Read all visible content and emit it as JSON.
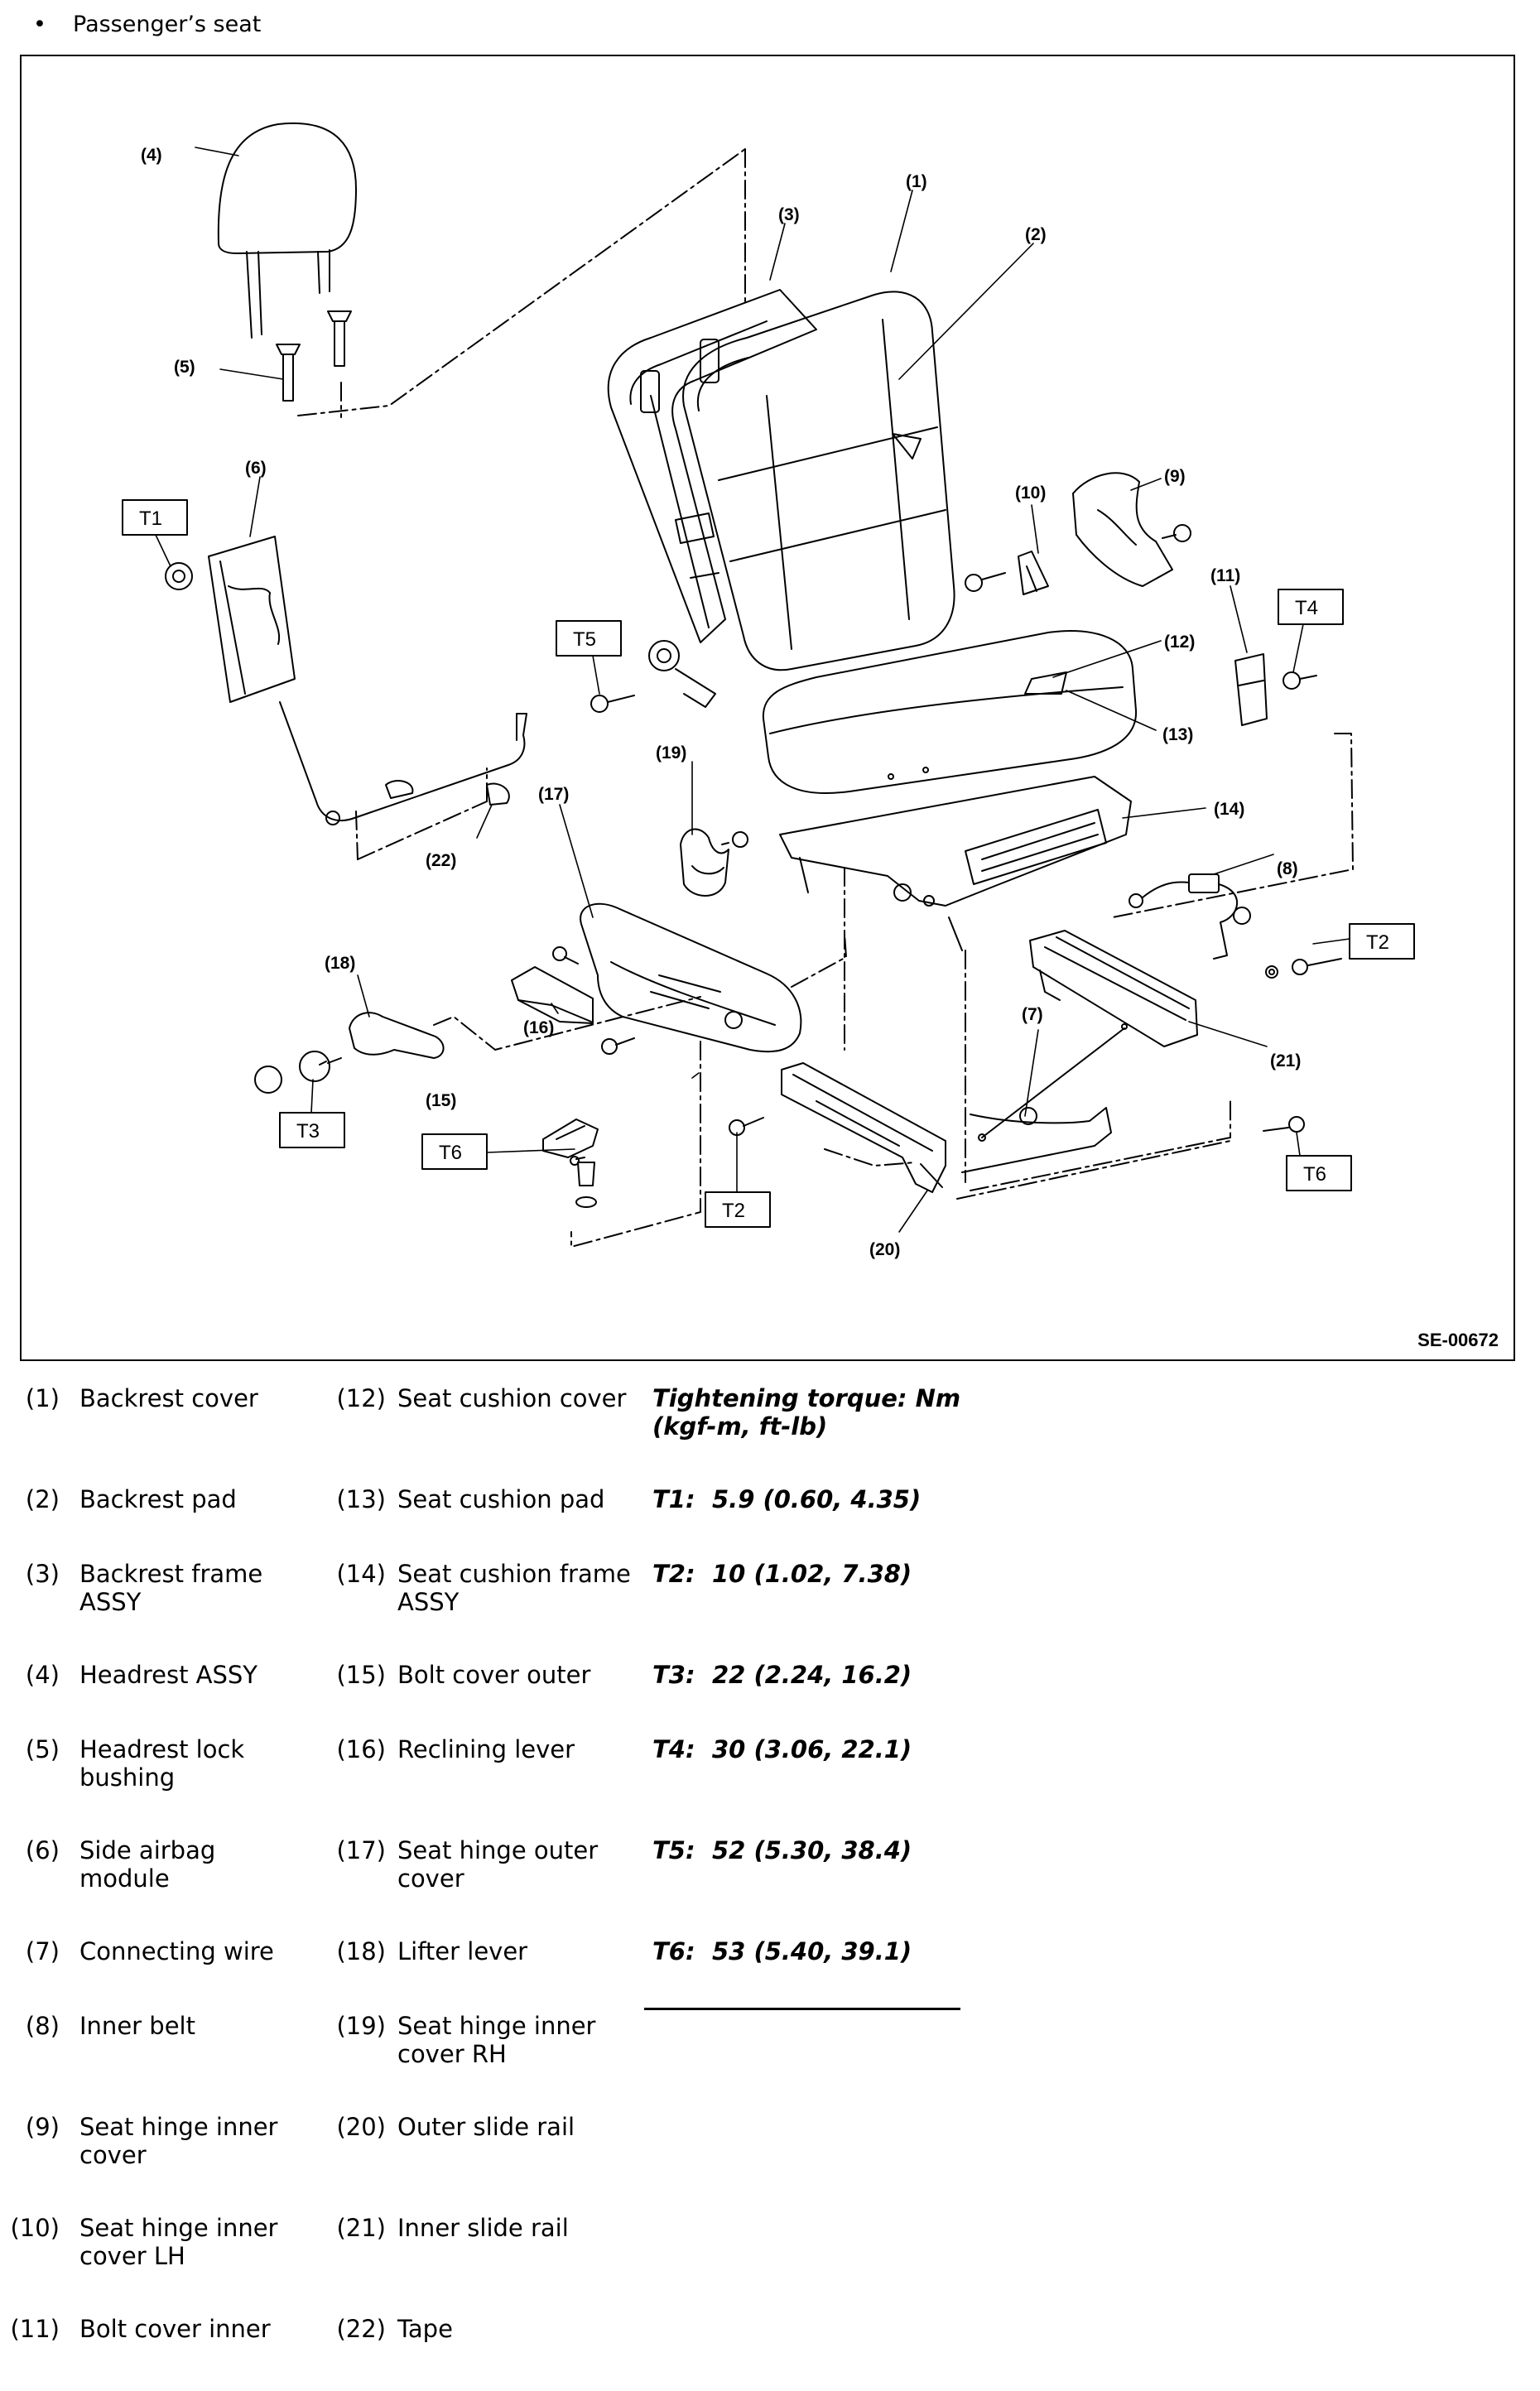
{
  "heading": {
    "bullet": "•",
    "text": "Passenger’s seat"
  },
  "diagram": {
    "code": "SE-00672",
    "callouts": [
      "(1)",
      "(2)",
      "(3)",
      "(4)",
      "(5)",
      "(6)",
      "(7)",
      "(8)",
      "(9)",
      "(10)",
      "(11)",
      "(12)",
      "(13)",
      "(14)",
      "(15)",
      "(16)",
      "(17)",
      "(18)",
      "(19)",
      "(20)",
      "(21)",
      "(22)"
    ],
    "torque_tags": [
      "T1",
      "T2",
      "T3",
      "T4",
      "T5",
      "T6"
    ]
  },
  "parts": [
    {
      "num": "(1)",
      "name": "Backrest cover"
    },
    {
      "num": "(2)",
      "name": "Backrest pad"
    },
    {
      "num": "(3)",
      "name": "Backrest frame ASSY"
    },
    {
      "num": "(4)",
      "name": "Headrest ASSY"
    },
    {
      "num": "(5)",
      "name": "Headrest lock bushing"
    },
    {
      "num": "(6)",
      "name": "Side airbag module"
    },
    {
      "num": "(7)",
      "name": "Connecting wire"
    },
    {
      "num": "(8)",
      "name": "Inner belt"
    },
    {
      "num": "(9)",
      "name": "Seat hinge inner cover"
    },
    {
      "num": "(10)",
      "name": "Seat hinge inner cover LH"
    },
    {
      "num": "(11)",
      "name": "Bolt cover inner"
    },
    {
      "num": "(12)",
      "name": "Seat cushion cover"
    },
    {
      "num": "(13)",
      "name": "Seat cushion pad"
    },
    {
      "num": "(14)",
      "name": "Seat cushion frame ASSY"
    },
    {
      "num": "(15)",
      "name": "Bolt cover outer"
    },
    {
      "num": "(16)",
      "name": "Reclining lever"
    },
    {
      "num": "(17)",
      "name": "Seat hinge outer cover"
    },
    {
      "num": "(18)",
      "name": "Lifter lever"
    },
    {
      "num": "(19)",
      "name": "Seat hinge inner cover RH"
    },
    {
      "num": "(20)",
      "name": "Outer slide rail"
    },
    {
      "num": "(21)",
      "name": "Inner slide rail"
    },
    {
      "num": "(22)",
      "name": "Tape"
    }
  ],
  "torque": {
    "heading": "Tightening torque: Nm (kgf-m, ft-lb)",
    "values": [
      {
        "key": "T1:",
        "value": "5.9 (0.60, 4.35)"
      },
      {
        "key": "T2:",
        "value": "10 (1.02, 7.38)"
      },
      {
        "key": "T3:",
        "value": "22 (2.24, 16.2)"
      },
      {
        "key": "T4:",
        "value": "30 (3.06, 22.1)"
      },
      {
        "key": "T5:",
        "value": "52 (5.30, 38.4)"
      },
      {
        "key": "T6:",
        "value": "53 (5.40, 39.1)"
      }
    ]
  }
}
